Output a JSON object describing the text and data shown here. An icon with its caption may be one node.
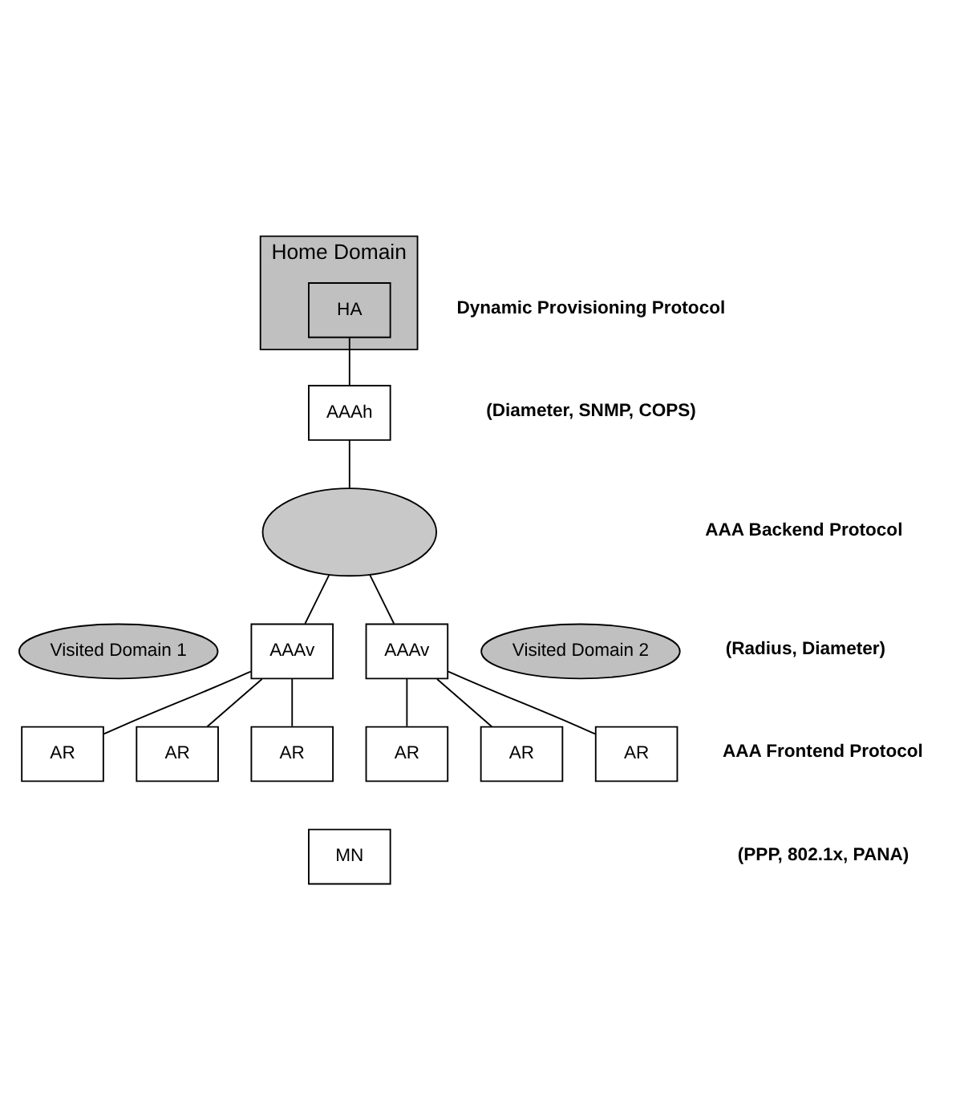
{
  "diagram": {
    "nodes": [
      {
        "text": [
          "Home Domain"
        ]
      },
      {
        "text": [
          "HA"
        ],
        "in": 0
      },
      {
        "text": [
          "AAAh"
        ]
      },
      {
        "text": [],
        "shape": "cloud"
      },
      {
        "text": [
          "Visited Domain 1"
        ]
      },
      {
        "text": [
          "Visited Domain 2"
        ]
      },
      {
        "text": [
          "AAAv"
        ]
      },
      {
        "text": [
          "AAAv"
        ]
      },
      {
        "text": [
          "AR"
        ]
      },
      {
        "text": [
          "AR"
        ]
      },
      {
        "text": [
          "AR"
        ]
      },
      {
        "text": [
          "AR"
        ]
      },
      {
        "text": [
          "AR"
        ]
      },
      {
        "text": [
          "AR"
        ]
      },
      {
        "text": [
          "MN"
        ]
      }
    ],
    "edges": [
      {
        "from": 1,
        "to": 2,
        "arrow": "none"
      },
      {
        "from": 2,
        "to": 3,
        "arrow": "none"
      },
      {
        "from": 3,
        "to": 6,
        "arrow": "none"
      },
      {
        "from": 3,
        "to": 7,
        "arrow": "none"
      },
      {
        "from": 6,
        "to": 8,
        "arrow": "none"
      },
      {
        "from": 6,
        "to": 9,
        "arrow": "none"
      },
      {
        "from": 6,
        "to": 10,
        "arrow": "none"
      },
      {
        "from": 7,
        "to": 11,
        "arrow": "none"
      },
      {
        "from": 7,
        "to": 12,
        "arrow": "none"
      },
      {
        "from": 7,
        "to": 13,
        "arrow": "none"
      }
    ],
    "labels": [
      "Dynamic Provisioning Protocol",
      "(Diameter, SNMP, COPS)",
      "AAA Backend Protocol",
      "(Radius, Diameter)",
      "AAA Frontend Protocol",
      "(PPP, 802.1x, PANA)"
    ]
  }
}
